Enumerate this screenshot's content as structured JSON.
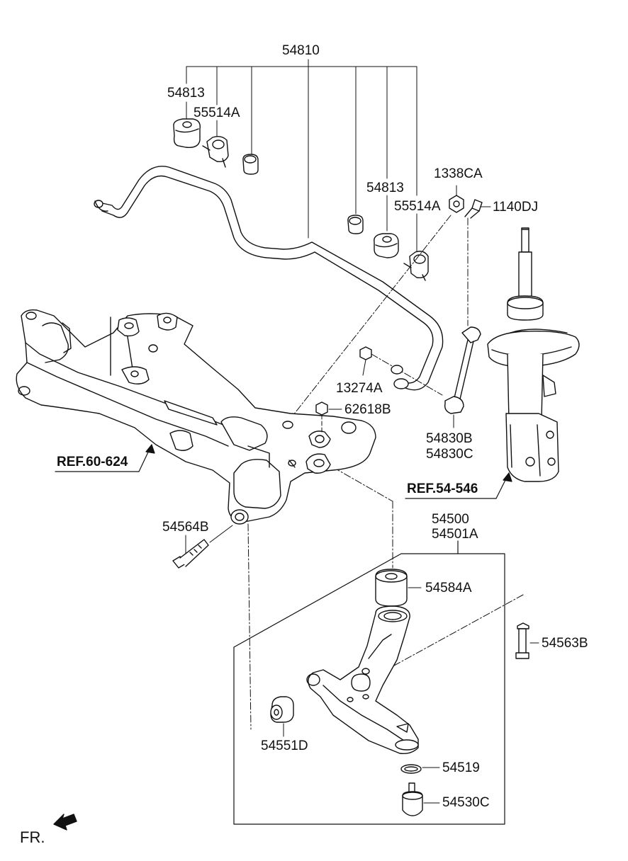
{
  "diagram": {
    "line_color": "#111111",
    "fill_color": "#ffffff",
    "labels": {
      "p54810": "54810",
      "p54813_top": "54813",
      "p55514A_top": "55514A",
      "p1338CA": "1338CA",
      "p54813_mid": "54813",
      "p55514A_mid": "55514A",
      "p1140DJ": "1140DJ",
      "p13274A": "13274A",
      "p62618B": "62618B",
      "p54830B": "54830B",
      "p54830C": "54830C",
      "p54500": "54500",
      "p54501A": "54501A",
      "p54564B": "54564B",
      "p54584A": "54584A",
      "p54563B": "54563B",
      "p54551D": "54551D",
      "p54519": "54519",
      "p54530C": "54530C"
    },
    "refs": {
      "ref_subframe": "REF.60-624",
      "ref_strut": "REF.54-546"
    },
    "direction": {
      "label": "FR.",
      "icon": "front-arrow-icon"
    }
  }
}
